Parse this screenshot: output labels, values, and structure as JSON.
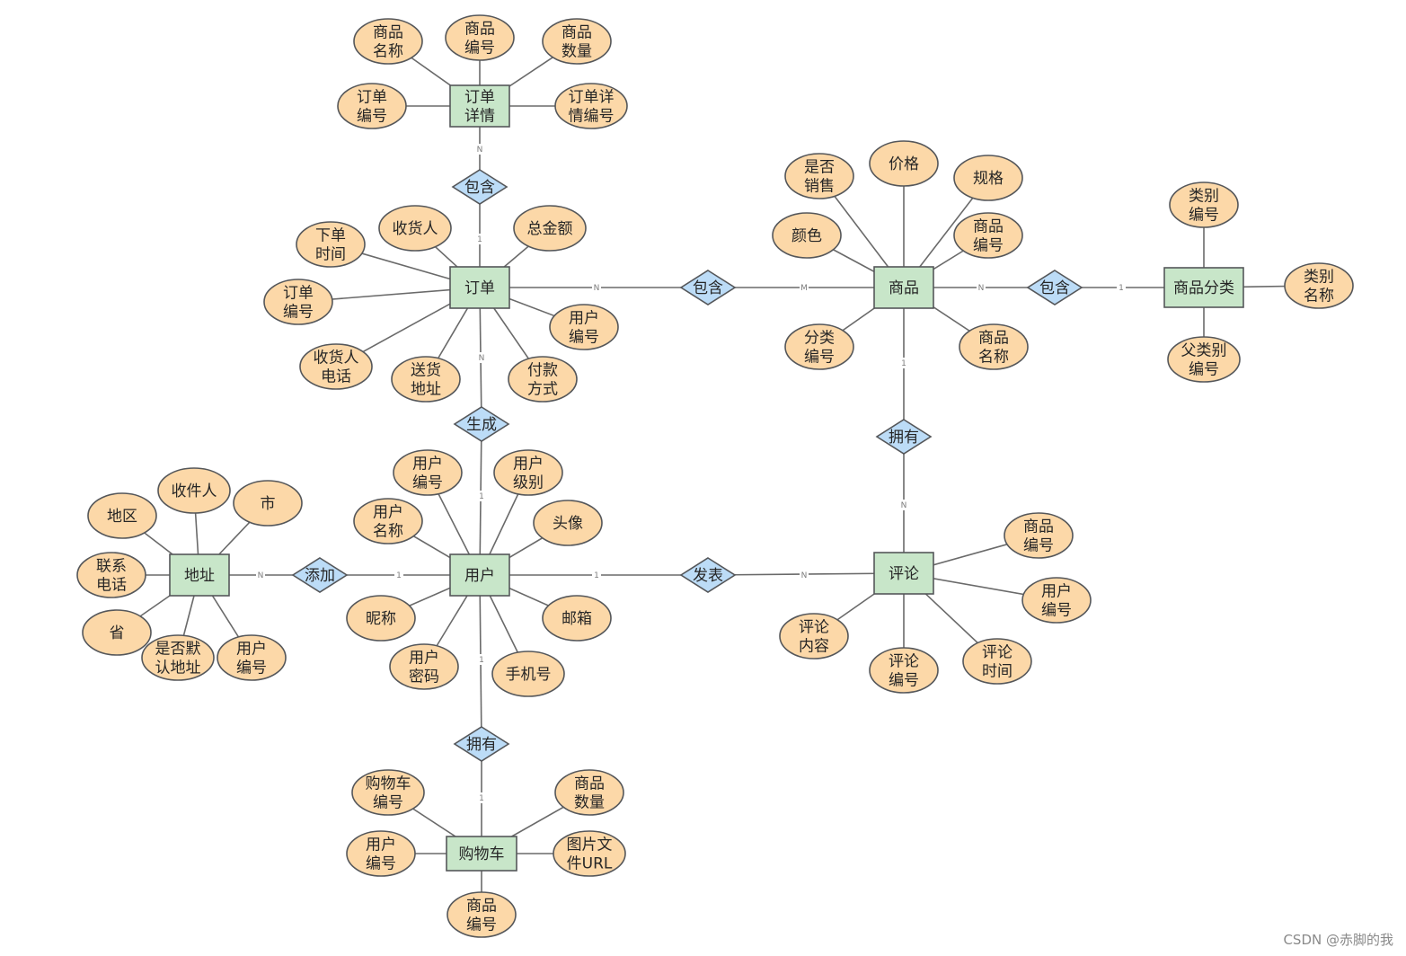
{
  "entities": [
    {
      "id": "order_detail",
      "label": [
        "订单",
        "详情"
      ]
    },
    {
      "id": "order",
      "label": [
        "订单"
      ]
    },
    {
      "id": "product",
      "label": [
        "商品"
      ]
    },
    {
      "id": "category",
      "label": [
        "商品分类"
      ]
    },
    {
      "id": "user",
      "label": [
        "用户"
      ]
    },
    {
      "id": "address",
      "label": [
        "地址"
      ]
    },
    {
      "id": "comment",
      "label": [
        "评论"
      ]
    },
    {
      "id": "cart",
      "label": [
        "购物车"
      ]
    }
  ],
  "relationships": [
    {
      "id": "r_contain1",
      "label": "包含"
    },
    {
      "id": "r_contain2",
      "label": "包含"
    },
    {
      "id": "r_contain3",
      "label": "包含"
    },
    {
      "id": "r_generate",
      "label": "生成"
    },
    {
      "id": "r_own1",
      "label": "拥有"
    },
    {
      "id": "r_add",
      "label": "添加"
    },
    {
      "id": "r_publish",
      "label": "发表"
    },
    {
      "id": "r_own2",
      "label": "拥有"
    }
  ],
  "attributes": [
    {
      "id": "od_name",
      "label": [
        "商品",
        "名称"
      ]
    },
    {
      "id": "od_pid",
      "label": [
        "商品",
        "编号"
      ]
    },
    {
      "id": "od_qty",
      "label": [
        "商品",
        "数量"
      ]
    },
    {
      "id": "od_oid",
      "label": [
        "订单",
        "编号"
      ]
    },
    {
      "id": "od_did",
      "label": [
        "订单详",
        "情编号"
      ]
    },
    {
      "id": "o_time",
      "label": [
        "下单",
        "时间"
      ]
    },
    {
      "id": "o_receiver",
      "label": [
        "收货人"
      ]
    },
    {
      "id": "o_total",
      "label": [
        "总金额"
      ]
    },
    {
      "id": "o_id",
      "label": [
        "订单",
        "编号"
      ]
    },
    {
      "id": "o_uid",
      "label": [
        "用户",
        "编号"
      ]
    },
    {
      "id": "o_phone",
      "label": [
        "收货人",
        "电话"
      ]
    },
    {
      "id": "o_addr",
      "label": [
        "送货",
        "地址"
      ]
    },
    {
      "id": "o_pay",
      "label": [
        "付款",
        "方式"
      ]
    },
    {
      "id": "p_sale",
      "label": [
        "是否",
        "销售"
      ]
    },
    {
      "id": "p_price",
      "label": [
        "价格"
      ]
    },
    {
      "id": "p_spec",
      "label": [
        "规格"
      ]
    },
    {
      "id": "p_color",
      "label": [
        "颜色"
      ]
    },
    {
      "id": "p_id",
      "label": [
        "商品",
        "编号"
      ]
    },
    {
      "id": "p_cid",
      "label": [
        "分类",
        "编号"
      ]
    },
    {
      "id": "p_name",
      "label": [
        "商品",
        "名称"
      ]
    },
    {
      "id": "c_id",
      "label": [
        "类别",
        "编号"
      ]
    },
    {
      "id": "c_name",
      "label": [
        "类别",
        "名称"
      ]
    },
    {
      "id": "c_pid",
      "label": [
        "父类别",
        "编号"
      ]
    },
    {
      "id": "u_id",
      "label": [
        "用户",
        "编号"
      ]
    },
    {
      "id": "u_level",
      "label": [
        "用户",
        "级别"
      ]
    },
    {
      "id": "u_name",
      "label": [
        "用户",
        "名称"
      ]
    },
    {
      "id": "u_avatar",
      "label": [
        "头像"
      ]
    },
    {
      "id": "u_nick",
      "label": [
        "昵称"
      ]
    },
    {
      "id": "u_email",
      "label": [
        "邮箱"
      ]
    },
    {
      "id": "u_pwd",
      "label": [
        "用户",
        "密码"
      ]
    },
    {
      "id": "u_phone",
      "label": [
        "手机号"
      ]
    },
    {
      "id": "a_receiver",
      "label": [
        "收件人"
      ]
    },
    {
      "id": "a_city",
      "label": [
        "市"
      ]
    },
    {
      "id": "a_region",
      "label": [
        "地区"
      ]
    },
    {
      "id": "a_phone",
      "label": [
        "联系",
        "电话"
      ]
    },
    {
      "id": "a_prov",
      "label": [
        "省"
      ]
    },
    {
      "id": "a_default",
      "label": [
        "是否默",
        "认地址"
      ]
    },
    {
      "id": "a_uid",
      "label": [
        "用户",
        "编号"
      ]
    },
    {
      "id": "cm_pid",
      "label": [
        "商品",
        "编号"
      ]
    },
    {
      "id": "cm_uid",
      "label": [
        "用户",
        "编号"
      ]
    },
    {
      "id": "cm_content",
      "label": [
        "评论",
        "内容"
      ]
    },
    {
      "id": "cm_id",
      "label": [
        "评论",
        "编号"
      ]
    },
    {
      "id": "cm_time",
      "label": [
        "评论",
        "时间"
      ]
    },
    {
      "id": "ct_id",
      "label": [
        "购物车",
        "编号"
      ]
    },
    {
      "id": "ct_qty",
      "label": [
        "商品",
        "数量"
      ]
    },
    {
      "id": "ct_uid",
      "label": [
        "用户",
        "编号"
      ]
    },
    {
      "id": "ct_url",
      "label": [
        "图片文",
        "件URL"
      ]
    },
    {
      "id": "ct_pid",
      "label": [
        "商品",
        "编号"
      ]
    }
  ],
  "cardinalities": [
    {
      "id": "k1",
      "text": "N"
    },
    {
      "id": "k2",
      "text": "1"
    },
    {
      "id": "k3",
      "text": "N"
    },
    {
      "id": "k4",
      "text": "M"
    },
    {
      "id": "k5",
      "text": "N"
    },
    {
      "id": "k6",
      "text": "1"
    },
    {
      "id": "k7",
      "text": "N"
    },
    {
      "id": "k8",
      "text": "1"
    },
    {
      "id": "k9",
      "text": "1"
    },
    {
      "id": "k10",
      "text": "N"
    },
    {
      "id": "k11",
      "text": "N"
    },
    {
      "id": "k12",
      "text": "1"
    },
    {
      "id": "k13",
      "text": "1"
    },
    {
      "id": "k14",
      "text": "N"
    },
    {
      "id": "k15",
      "text": "1"
    },
    {
      "id": "k16",
      "text": "1"
    }
  ],
  "watermark": "CSDN @赤脚的我",
  "colors": {
    "entity": "#c8e6c9",
    "relationship": "#bcdcf7",
    "attribute": "#fcd8a8",
    "stroke": "#55575a"
  }
}
